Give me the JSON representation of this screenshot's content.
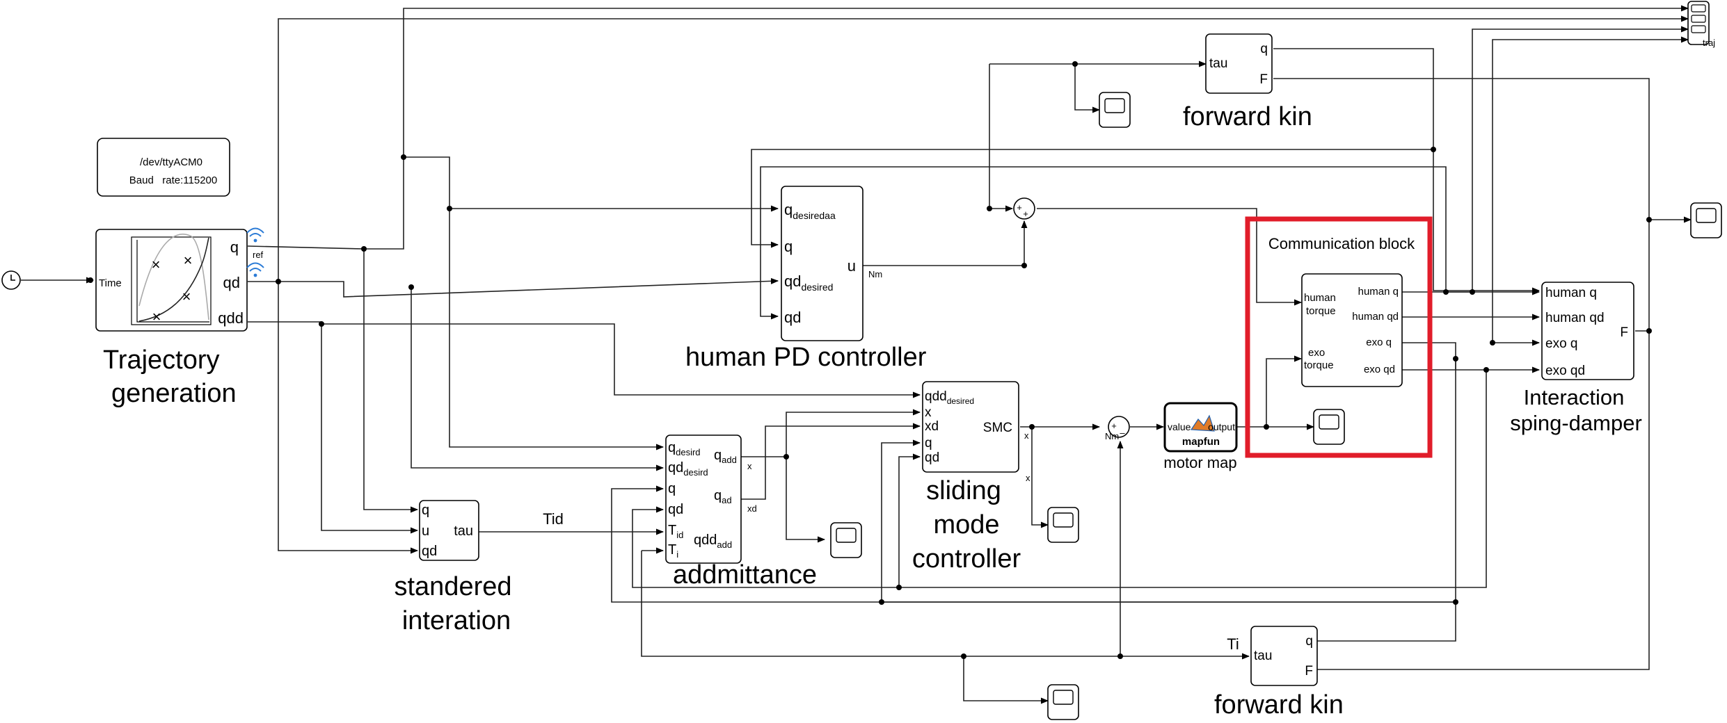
{
  "colors": {
    "highlight": "#e11d2a",
    "wireless": "#2b7bd6",
    "matlab_orange": "#e07b27",
    "matlab_blue": "#1f5fae"
  },
  "serial": {
    "port": "/dev/ttyACM0",
    "baud": "Baud   rate:115200"
  },
  "traj": {
    "time_label": "Time",
    "out_q": "q",
    "out_qd": "qd",
    "out_qdd": "qdd",
    "ref_label": "ref",
    "name_line1": "Trajectory",
    "name_line2": "generation"
  },
  "pd": {
    "in_q": "q",
    "in_q_sub": "desiredaa",
    "in_q2": "q",
    "in_qd": "qd",
    "in_qd_sub": "desired",
    "in_qd2": "qd",
    "out_u": "u",
    "nm": "Nm",
    "name": "human PD controller"
  },
  "fk_top": {
    "in_tau": "tau",
    "out_q": "q",
    "out_f": "F",
    "name": "forward kin"
  },
  "fk_bot": {
    "in_tau": "tau",
    "out_q": "q",
    "out_f": "F",
    "name": "forward kin",
    "ti_label": "Ti"
  },
  "comm": {
    "title": "Communication block",
    "in_human_1": "human",
    "in_human_2": "torque",
    "in_exo_1": "exo",
    "in_exo_2": "torque",
    "out_hq": "human q",
    "out_hqd": "human qd",
    "out_eq": "exo q",
    "out_eqd": "exo qd"
  },
  "inter": {
    "in_hq": "human q",
    "in_hqd": "human qd",
    "in_eq": "exo q",
    "in_eqd": "exo qd",
    "out_f": "F",
    "name_line1": "Interaction",
    "name_line2": "sping-damper"
  },
  "smc": {
    "in_qdd": "qdd",
    "in_qdd_sub": "desired",
    "in_x": "x",
    "in_xd": "xd",
    "in_q": "q",
    "in_qd": "qd",
    "out": "SMC",
    "x_label": "x",
    "x_label2": "x",
    "name_line1": "sliding",
    "name_line2": "mode",
    "name_line3": "controller"
  },
  "motor": {
    "value": "value",
    "output": "output",
    "fn": "mapfun",
    "name": "motor map",
    "nm": "Nm"
  },
  "adm": {
    "in_q": "q",
    "in_q_sub": "desird",
    "in_qd": "qd",
    "in_qd_sub": "desird",
    "in_q2": "q",
    "in_qd2": "qd",
    "in_t1": "T",
    "in_t1_sub": "id",
    "in_t2": "T",
    "in_t2_sub": "i",
    "out_q": "q",
    "out_q_sub": "add",
    "out_q2": "q",
    "out_q2_sub": "ad",
    "out_qdd": "qdd",
    "out_qdd_sub": "add",
    "x_label": "x",
    "xd_label": "xd",
    "name": "addmittance"
  },
  "std": {
    "in_q": "q",
    "in_u": "u",
    "in_qd": "qd",
    "out_tau": "tau",
    "tid_label": "Tid",
    "name_line1": "standered",
    "name_line2": "interation"
  },
  "scope_traj": {
    "label": "traj"
  },
  "sum": {
    "plus": "+",
    "minus": "–"
  }
}
